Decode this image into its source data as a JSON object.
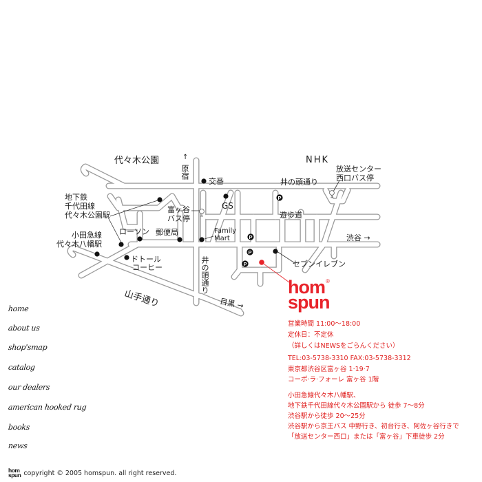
{
  "map": {
    "labels": {
      "yoyogi_park": "代々木公園",
      "nhk": "NHK",
      "harajuku": "原宿",
      "harajuku_arrow": "↑",
      "koban": "交番",
      "inokashira_top": "井の頭通り",
      "hoso_center": "放送センター",
      "nishiguchi_bus": "西口バス停",
      "subway_line1": "地下鉄",
      "subway_line2": "千代田線",
      "subway_line3": "代々木公園駅",
      "tomigaya_bus1": "富ヶ谷",
      "tomigaya_bus2": "バス停",
      "gs": "GS",
      "family1": "Family",
      "family2": "Mart",
      "yuhodo": "遊歩道",
      "shibuya": "渋谷 →",
      "lawson": "ローソン",
      "post_office": "郵便局",
      "odakyu1": "小田急線",
      "odakyu2": "代々木八幡駅",
      "doutor1": "ドトール",
      "doutor2": "コーヒー",
      "seven": "セブンイレブン",
      "yamate": "山手通り",
      "inokashira_vert": "井の頭通り",
      "meguro": "目黒 →"
    },
    "colors": {
      "road": "#9a9a9a",
      "shop": "#e8232a",
      "marker": "#111111"
    }
  },
  "logo": {
    "line1": "hom",
    "line2": "spun",
    "reg": "®"
  },
  "info": {
    "hours": "営業時間  11:00～18:00",
    "closed": "定休日：不定休",
    "news_note": "（詳しくはNEWSをごらんください）",
    "tel_fax": "TEL:03-5738-3310   FAX:03-5738-3312",
    "address1": "東京都渋谷区富ヶ谷 1·19·7",
    "address2": "コーポ·ラ·フォーレ 富ヶ谷 1階",
    "access": [
      "小田急線代々木八幡駅、",
      "地下鉄千代田線代々木公園駅から 徒歩 7～8分",
      "渋谷駅から徒歩 20～25分",
      "渋谷駅から京王バス 中野行き、初台行き、阿佐ヶ谷行きで",
      "「放送センター西口」または「富ヶ谷」下車徒歩 2分"
    ]
  },
  "nav": {
    "items": [
      {
        "label": "home"
      },
      {
        "label": "about us"
      },
      {
        "label": "shop'smap"
      },
      {
        "label": "catalog"
      },
      {
        "label": "our dealers"
      },
      {
        "label": "american hooked rug"
      },
      {
        "label": "books"
      },
      {
        "label": "news"
      }
    ]
  },
  "footer": {
    "logo1": "hom",
    "logo2": "spun",
    "copyright": "copyright © 2005 homspun. all right reserved."
  }
}
